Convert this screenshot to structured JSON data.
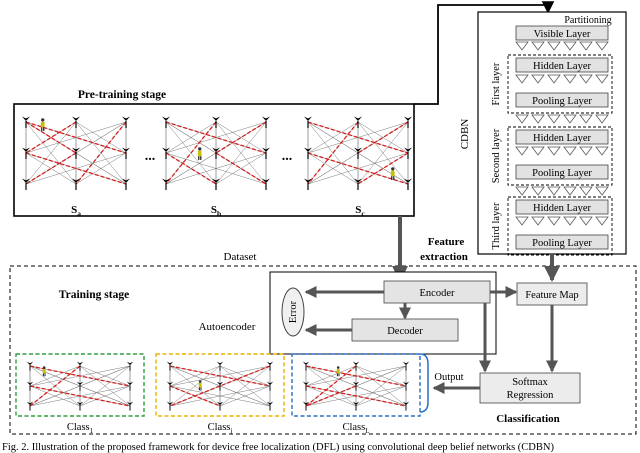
{
  "pretraining": {
    "title": "Pre-training stage",
    "grid_labels": [
      "S",
      "S",
      "S"
    ],
    "grid_subscripts": [
      "a",
      "b",
      "c"
    ],
    "dots": "...",
    "dots2": "..."
  },
  "cdbn": {
    "label": "CDBN",
    "partitioning": "Partitioning",
    "visible": "Visible Layer",
    "layers": [
      {
        "name": "First layer",
        "hidden": "Hidden Layer",
        "pooling": "Pooling Layer"
      },
      {
        "name": "Second layer",
        "hidden": "Hidden Layer",
        "pooling": "Pooling Layer"
      },
      {
        "name": "Third layer",
        "hidden": "Hidden Layer",
        "pooling": "Pooling Layer"
      }
    ]
  },
  "dataset_label": "Dataset",
  "feature_extraction": [
    "Feature",
    "extraction"
  ],
  "training": {
    "title": "Training stage",
    "autoencoder": "Autoencoder",
    "error": "Error",
    "encoder": "Encoder",
    "decoder": "Decoder",
    "feature_map": "Feature Map",
    "softmax": [
      "Softmax",
      "Regression"
    ],
    "output": "Output",
    "classification": "Classification",
    "classes": [
      {
        "base": "Class",
        "sub": "1",
        "color": "#2e9e3e"
      },
      {
        "base": "Class",
        "sub": "j",
        "color": "#e8b400"
      },
      {
        "base": "Class",
        "sub": "L",
        "color": "#2a6fc9"
      }
    ]
  },
  "caption": "Fig. 2.  Illustration of the proposed framework for device free localization (DFL) using convolutional deep belief networks (CDBN)"
}
